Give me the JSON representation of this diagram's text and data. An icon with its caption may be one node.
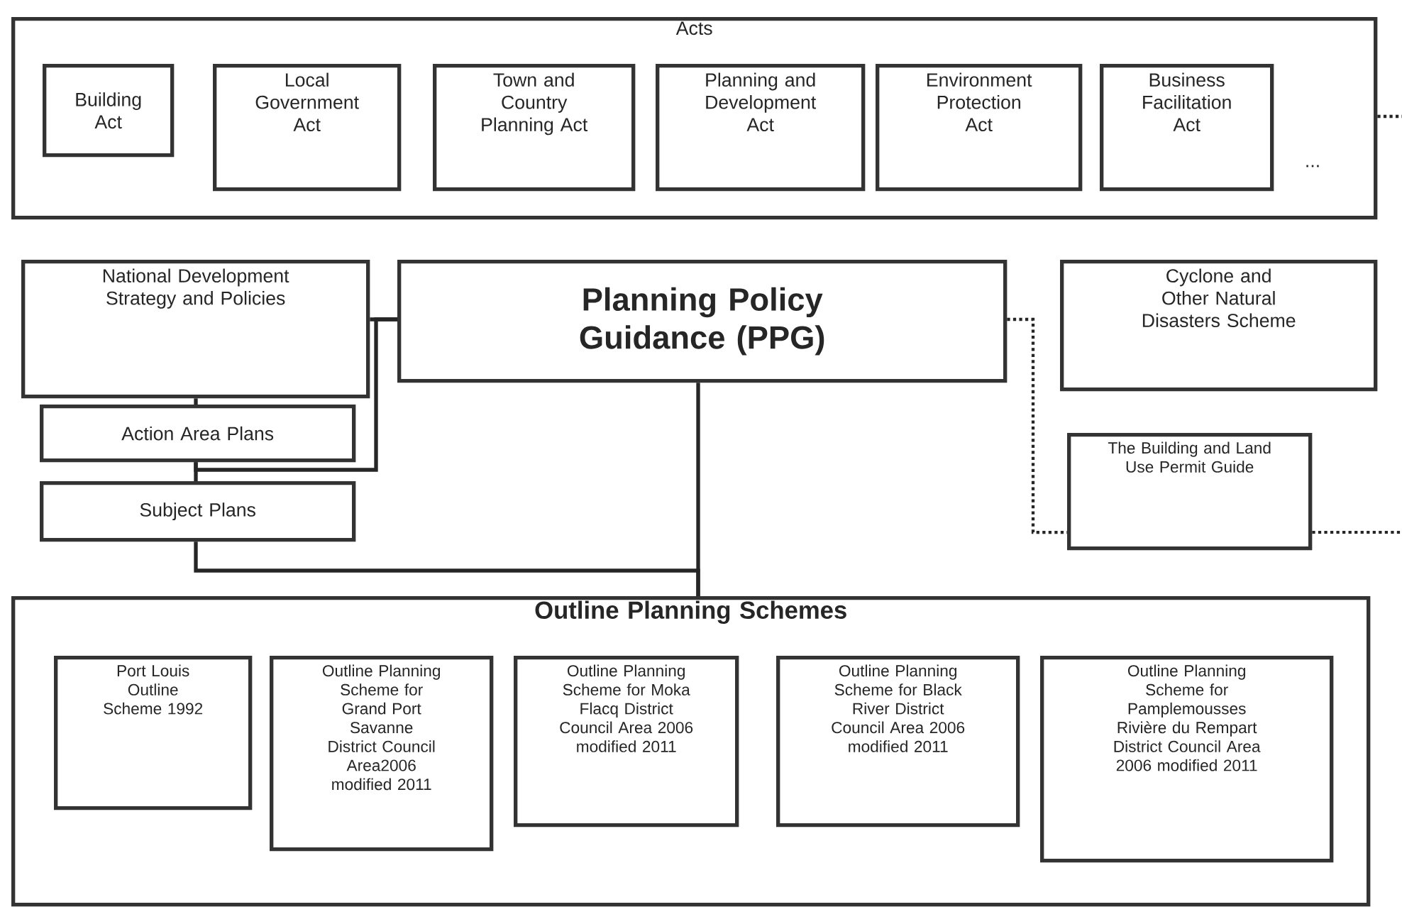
{
  "diagram": {
    "nodes": [
      {
        "text": [
          "Acts"
        ]
      },
      {
        "text": [
          "Building Act"
        ],
        "in": 0
      },
      {
        "text": [
          "Local Government Act"
        ],
        "in": 0
      },
      {
        "text": [
          "Town and Country Planning Act"
        ],
        "in": 0
      },
      {
        "text": [
          "Planning and Development Act"
        ],
        "in": 0
      },
      {
        "text": [
          "Environment Protection Act"
        ],
        "in": 0
      },
      {
        "text": [
          "Business Facilitation Act"
        ],
        "in": 0
      },
      {
        "text": [
          "National Development Strategy and Policies"
        ]
      },
      {
        "text": [
          "Planning Policy Guidance (PPG)"
        ]
      },
      {
        "text": [
          "Cyclone and Other Natural Disasters Scheme"
        ]
      },
      {
        "text": [
          "Action Area Plans"
        ]
      },
      {
        "text": [
          "Subject Plans"
        ]
      },
      {
        "text": [
          "The Building and Land Use Permit Guide"
        ]
      },
      {
        "text": [
          "Outline Planning Schemes"
        ]
      },
      {
        "text": [
          "Port Louis Outline Scheme 1992"
        ],
        "in": 13
      },
      {
        "text": [
          "Outline Planning Scheme for Grand Port Savanne District Council Area2006 modified 2011"
        ],
        "in": 13
      },
      {
        "text": [
          "Outline Planning Scheme for  Moka Flacq District Council Area 2006 modified 2011"
        ],
        "in": 13
      },
      {
        "text": [
          "Outline Planning Scheme for Black River District Council Area 2006 modified 2011"
        ],
        "in": 13
      },
      {
        "text": [
          "Outline Planning Scheme for Pamplemousses Rivière du Rempart District Council Area 2006 modified 2011"
        ],
        "in": 13
      }
    ],
    "edges": [
      {
        "from": 7,
        "to": 8,
        "arrow": "none"
      },
      {
        "from": 7,
        "to": 10,
        "arrow": "none"
      },
      {
        "from": 10,
        "to": 8,
        "arrow": "none"
      },
      {
        "from": 10,
        "to": 11,
        "arrow": "none"
      },
      {
        "from": 11,
        "to": 13,
        "arrow": "none"
      },
      {
        "from": 8,
        "to": 13,
        "arrow": "none"
      },
      {
        "from": 8,
        "to": 12,
        "arrow": "none",
        "style": "dashed"
      },
      {
        "from": 12,
        "to": null,
        "arrow": "none",
        "style": "dashed"
      },
      {
        "from": 0,
        "to": null,
        "arrow": "none",
        "style": "dashed"
      }
    ],
    "labels": [
      "..."
    ]
  }
}
